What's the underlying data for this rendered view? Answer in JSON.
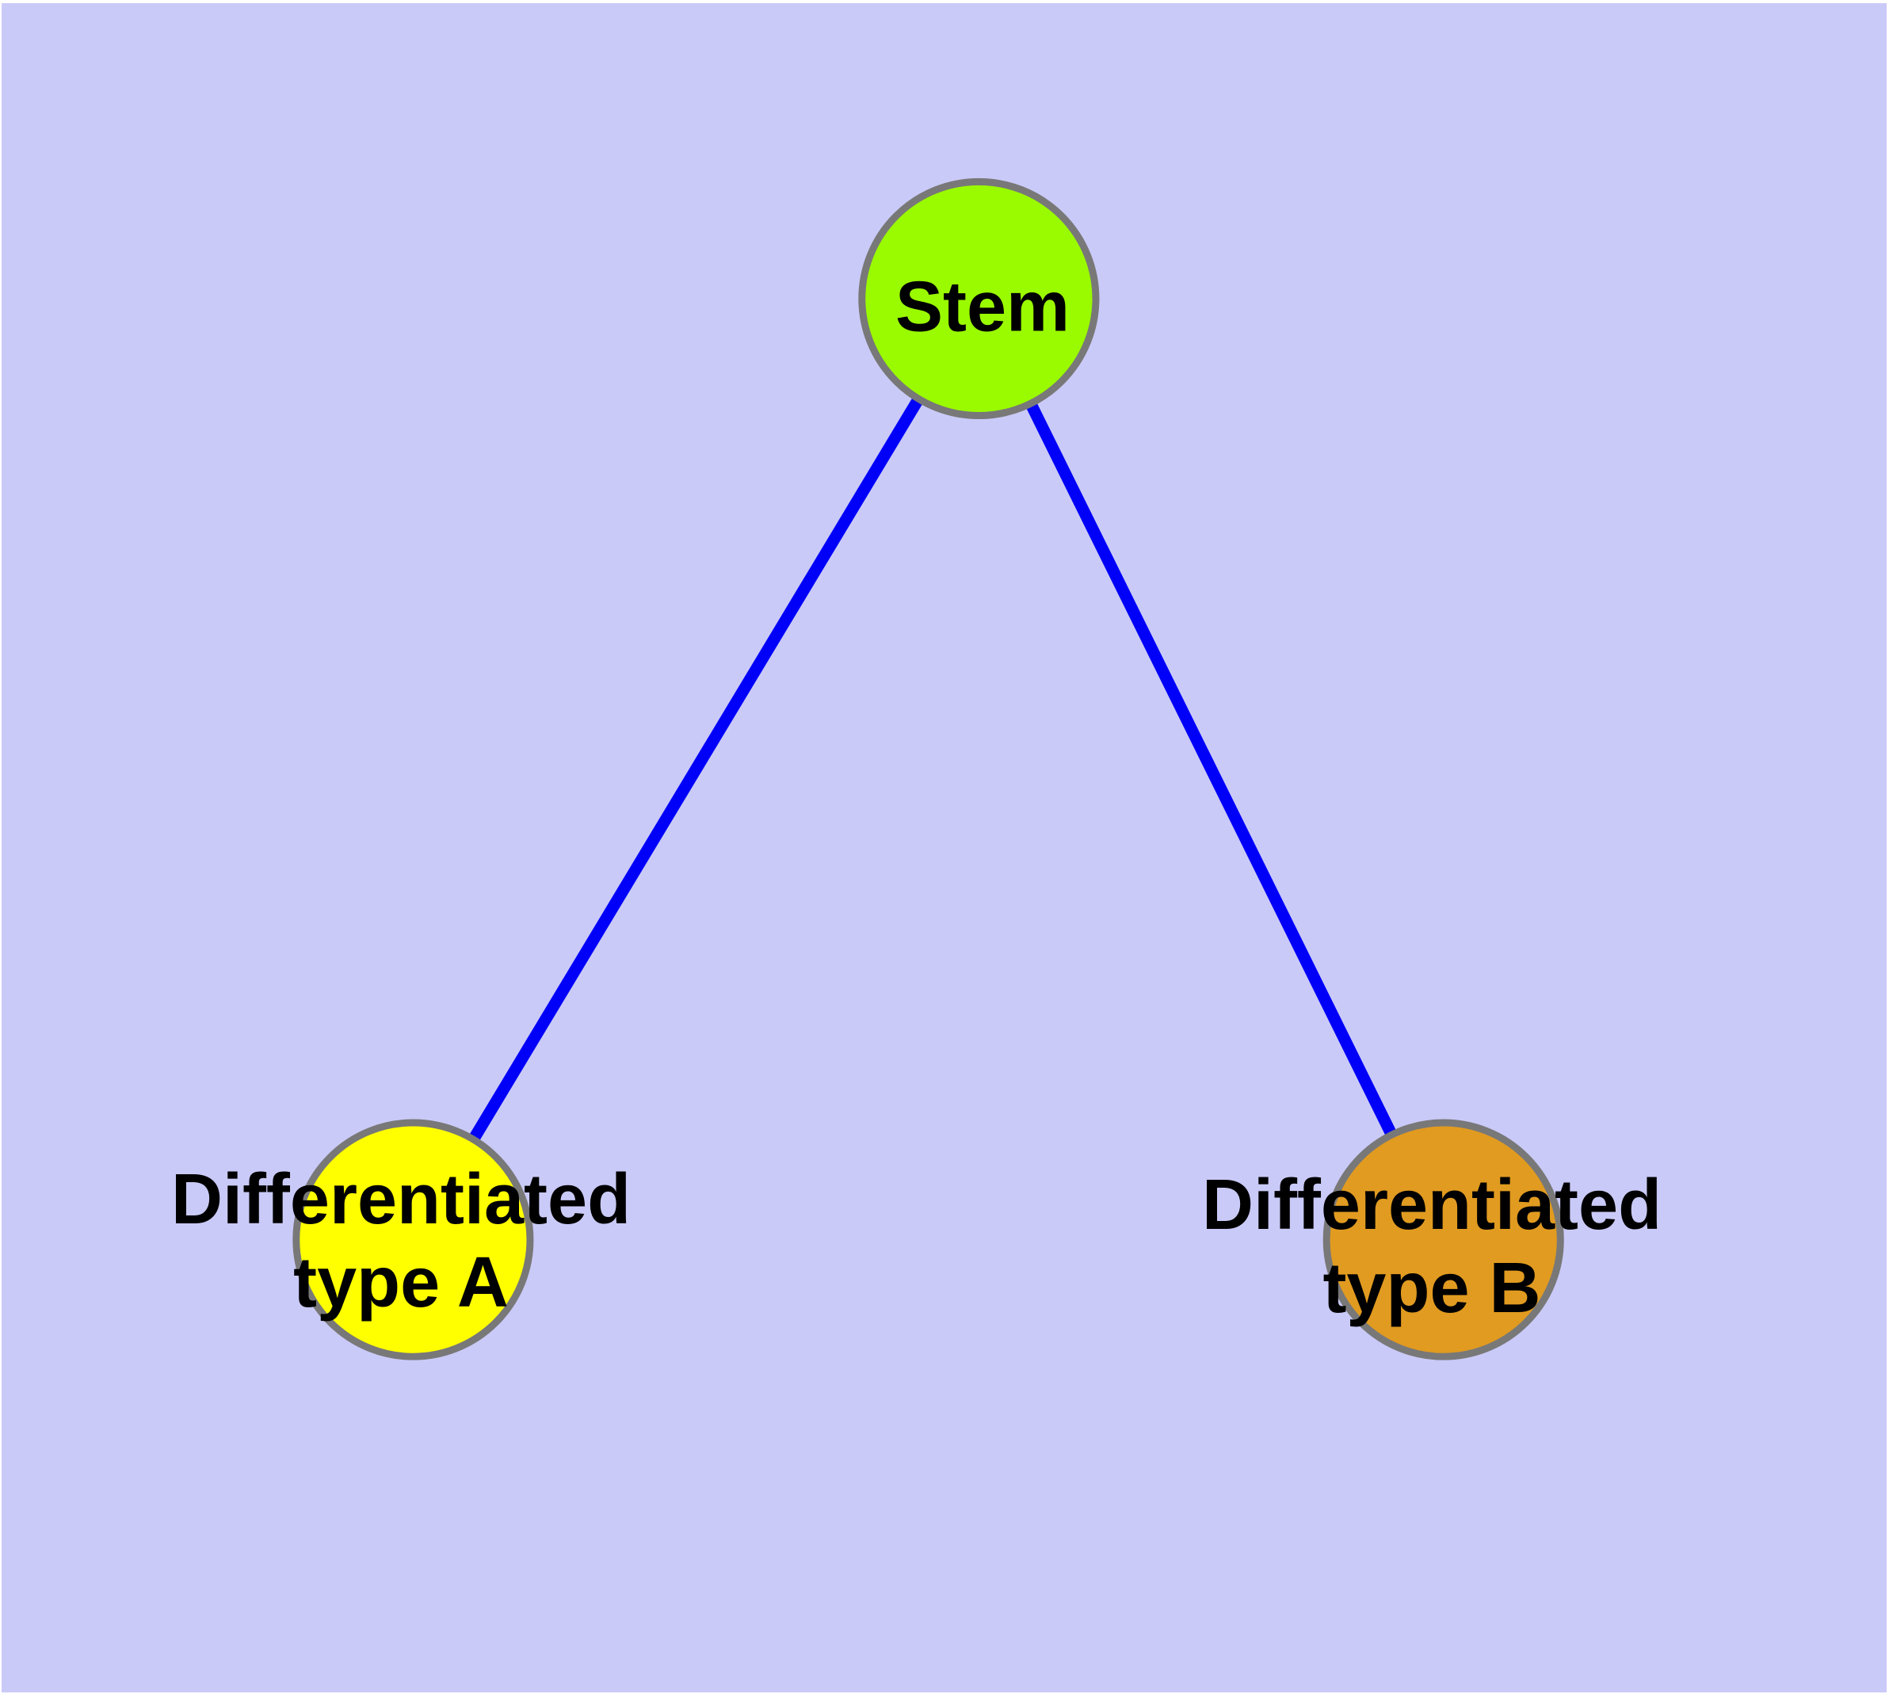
{
  "diagram": {
    "title": "stem cell differentiation graph",
    "background_color": "#CACAF8",
    "frame_color": "#FFFFFF",
    "text_color": "#000000",
    "node_border_color": "#787878"
  },
  "nodes": {
    "stem": {
      "label": "Stem",
      "fill": "#9AFA00"
    },
    "type_a": {
      "label_line1": "Differentiated",
      "label_line2": "type A",
      "fill": "#FFFF00"
    },
    "type_b": {
      "label_line1": "Differentiated",
      "label_line2": "type B",
      "fill": "#E19B20"
    }
  },
  "edges": [
    {
      "from": "Stem",
      "to": "Differentiated type A",
      "color": "#0000F8"
    },
    {
      "from": "Stem",
      "to": "Differentiated type B",
      "color": "#0000F8"
    }
  ]
}
